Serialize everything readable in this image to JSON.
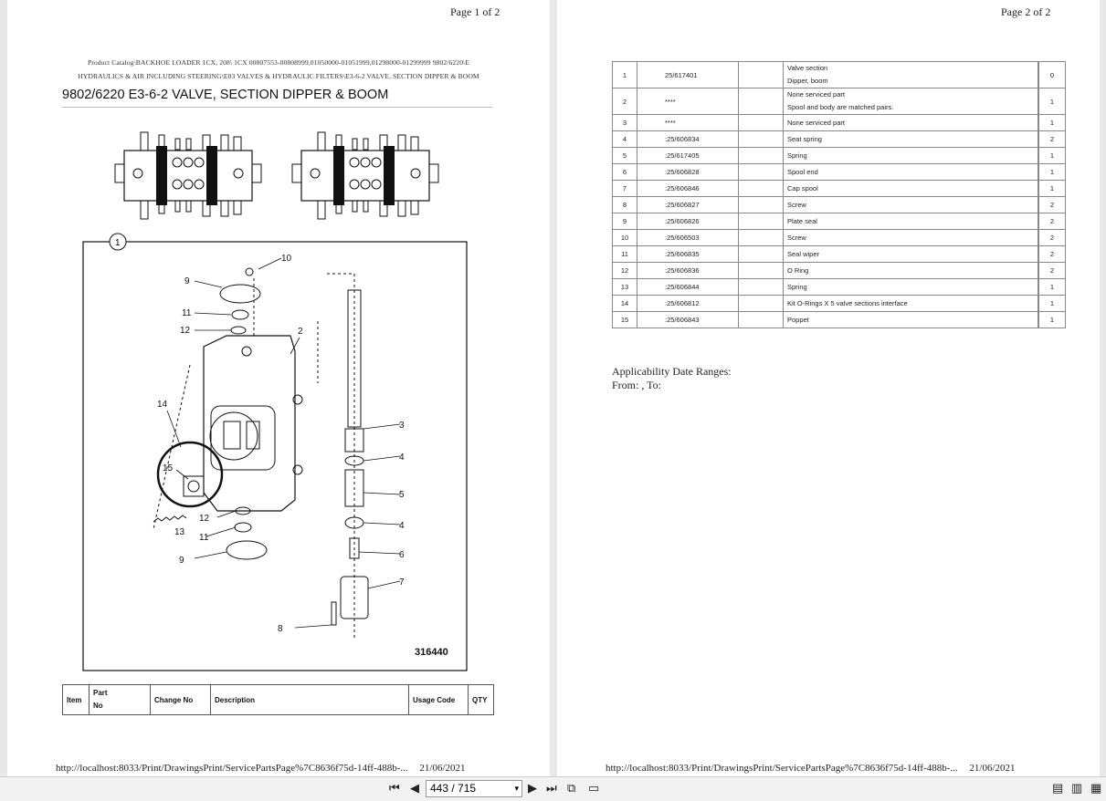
{
  "page1": {
    "page_label": "Page 1 of 2",
    "catalog_line1": "Product Catalog\\BACKHOE LOADER 1CX, 208\\ 1CX 00807553-00808999,01050000-01051999,01298000-01299999 9802/6220\\E",
    "catalog_line2": "HYDRAULICS & AIR INCLUDING STEERING\\E03 VALVES & HYDRAULIC FILTERS\\E3-6-2 VALVE, SECTION DIPPER & BOOM",
    "title": "9802/6220 E3-6-2 VALVE, SECTION DIPPER & BOOM",
    "figure_number": "316440",
    "callouts": {
      "c1": "1",
      "c2": "2",
      "c3": "3",
      "c4a": "4",
      "c4b": "4",
      "c5": "5",
      "c6": "6",
      "c7": "7",
      "c8": "8",
      "c9a": "9",
      "c9b": "9",
      "c10": "10",
      "c11a": "11",
      "c11b": "11",
      "c12a": "12",
      "c12b": "12",
      "c13": "13",
      "c14": "14",
      "c15": "15"
    },
    "header": {
      "item": "Item",
      "part_no_1": "Part",
      "part_no_2": "No",
      "change_no": "Change No",
      "description": "Description",
      "usage_code": "Usage Code",
      "qty": "QTY"
    },
    "footer_url": "http://localhost:8033/Print/DrawingsPrint/ServicePartsPage%7C8636f75d-14ff-488b-...",
    "footer_date": "21/06/2021"
  },
  "page2": {
    "page_label": "Page 2 of 2",
    "rows": [
      {
        "item": "1",
        "part": "25/617401",
        "desc1": "Valve section",
        "desc2": "Dipper, boom",
        "qty": "0"
      },
      {
        "item": "2",
        "part": "****",
        "desc1": "None serviced part",
        "desc2": "Spool and body are matched pairs.",
        "qty": "1"
      },
      {
        "item": "3",
        "part": "****",
        "desc1": "None serviced part",
        "desc2": "",
        "qty": "1"
      },
      {
        "item": "4",
        "part": ":25/606834",
        "desc1": "Seat spring",
        "desc2": "",
        "qty": "2"
      },
      {
        "item": "5",
        "part": ":25/617405",
        "desc1": "Spring",
        "desc2": "",
        "qty": "1"
      },
      {
        "item": "6",
        "part": ":25/606828",
        "desc1": "Spool end",
        "desc2": "",
        "qty": "1"
      },
      {
        "item": "7",
        "part": ":25/606846",
        "desc1": "Cap spool",
        "desc2": "",
        "qty": "1"
      },
      {
        "item": "8",
        "part": ":25/606827",
        "desc1": "Screw",
        "desc2": "",
        "qty": "2"
      },
      {
        "item": "9",
        "part": ":25/606826",
        "desc1": "Plate seal",
        "desc2": "",
        "qty": "2"
      },
      {
        "item": "10",
        "part": ":25/606503",
        "desc1": "Screw",
        "desc2": "",
        "qty": "2"
      },
      {
        "item": "11",
        "part": ":25/606835",
        "desc1": "Seal wiper",
        "desc2": "",
        "qty": "2"
      },
      {
        "item": "12",
        "part": ":25/606836",
        "desc1": "O Ring",
        "desc2": "",
        "qty": "2"
      },
      {
        "item": "13",
        "part": ":25/606844",
        "desc1": "Spring",
        "desc2": "",
        "qty": "1"
      },
      {
        "item": "14",
        "part": ":25/606812",
        "desc1": "Kit O-Rings X 5 valve sections interface",
        "desc2": "",
        "qty": "1"
      },
      {
        "item": "15",
        "part": ":25/606843",
        "desc1": "Poppet",
        "desc2": "",
        "qty": "1"
      }
    ],
    "applicability_1": "Applicability Date Ranges:",
    "applicability_2": "From: , To:",
    "footer_url": "http://localhost:8033/Print/DrawingsPrint/ServicePartsPage%7C8636f75d-14ff-488b-...",
    "footer_date": "21/06/2021"
  },
  "toolbar": {
    "page_indicator": "443 / 715",
    "icons": [
      "first-page-icon",
      "prev-page-icon",
      "next-page-icon",
      "last-page-icon",
      "page-copy-icon",
      "page-layout-icon",
      "single-page-view-icon",
      "two-page-view-icon",
      "continuous-view-icon"
    ]
  }
}
